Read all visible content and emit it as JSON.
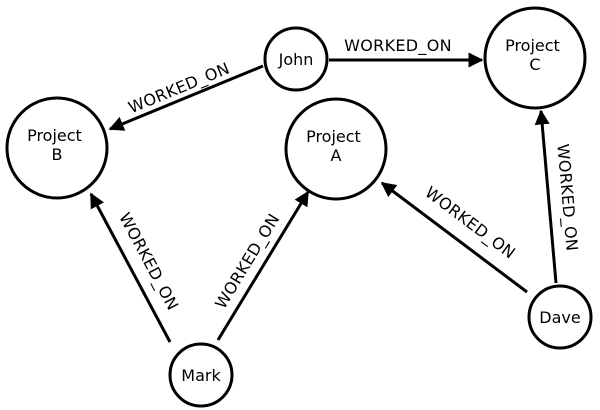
{
  "nodes": {
    "john": {
      "label": "John"
    },
    "mark": {
      "label": "Mark"
    },
    "dave": {
      "label": "Dave"
    },
    "project_a": {
      "line1": "Project",
      "line2": "A"
    },
    "project_b": {
      "line1": "Project",
      "line2": "B"
    },
    "project_c": {
      "line1": "Project",
      "line2": "C"
    }
  },
  "edges": {
    "john_to_project_c": {
      "label": "WORKED_ON"
    },
    "john_to_project_b": {
      "label": "WORKED_ON"
    },
    "mark_to_project_b": {
      "label": "WORKED_ON"
    },
    "mark_to_project_a": {
      "label": "WORKED_ON"
    },
    "dave_to_project_a": {
      "label": "WORKED_ON"
    },
    "dave_to_project_c": {
      "label": "WORKED_ON"
    }
  }
}
